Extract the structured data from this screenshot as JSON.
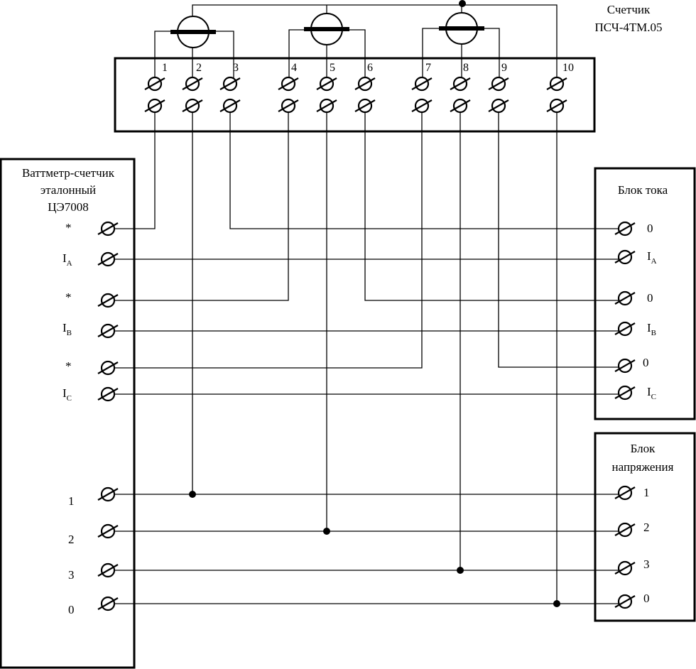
{
  "meter": {
    "title_line1": "Счетчик",
    "title_line2": "ПСЧ-4ТМ.05"
  },
  "meter_terminals": [
    "1",
    "2",
    "3",
    "4",
    "5",
    "6",
    "7",
    "8",
    "9",
    "10"
  ],
  "wattmeter": {
    "title_line1": "Ваттметр-счетчик",
    "title_line2": "эталонный",
    "title_line3": "ЦЭ7008",
    "current_terminals": [
      {
        "label": "*",
        "sub": ""
      },
      {
        "label": "I",
        "sub": "A"
      },
      {
        "label": "*",
        "sub": ""
      },
      {
        "label": "I",
        "sub": "B"
      },
      {
        "label": "*",
        "sub": ""
      },
      {
        "label": "I",
        "sub": "C"
      }
    ],
    "voltage_terminals": [
      "1",
      "2",
      "3",
      "0"
    ]
  },
  "current_block": {
    "title": "Блок тока",
    "terminals": [
      {
        "label": "0",
        "sub": ""
      },
      {
        "label": "I",
        "sub": "A"
      },
      {
        "label": "0",
        "sub": ""
      },
      {
        "label": "I",
        "sub": "B"
      },
      {
        "label": "0",
        "sub": ""
      },
      {
        "label": "I",
        "sub": "C"
      }
    ]
  },
  "voltage_block": {
    "title_line1": "Блок",
    "title_line2": "напряжения",
    "terminals": [
      "1",
      "2",
      "3",
      "0"
    ]
  }
}
